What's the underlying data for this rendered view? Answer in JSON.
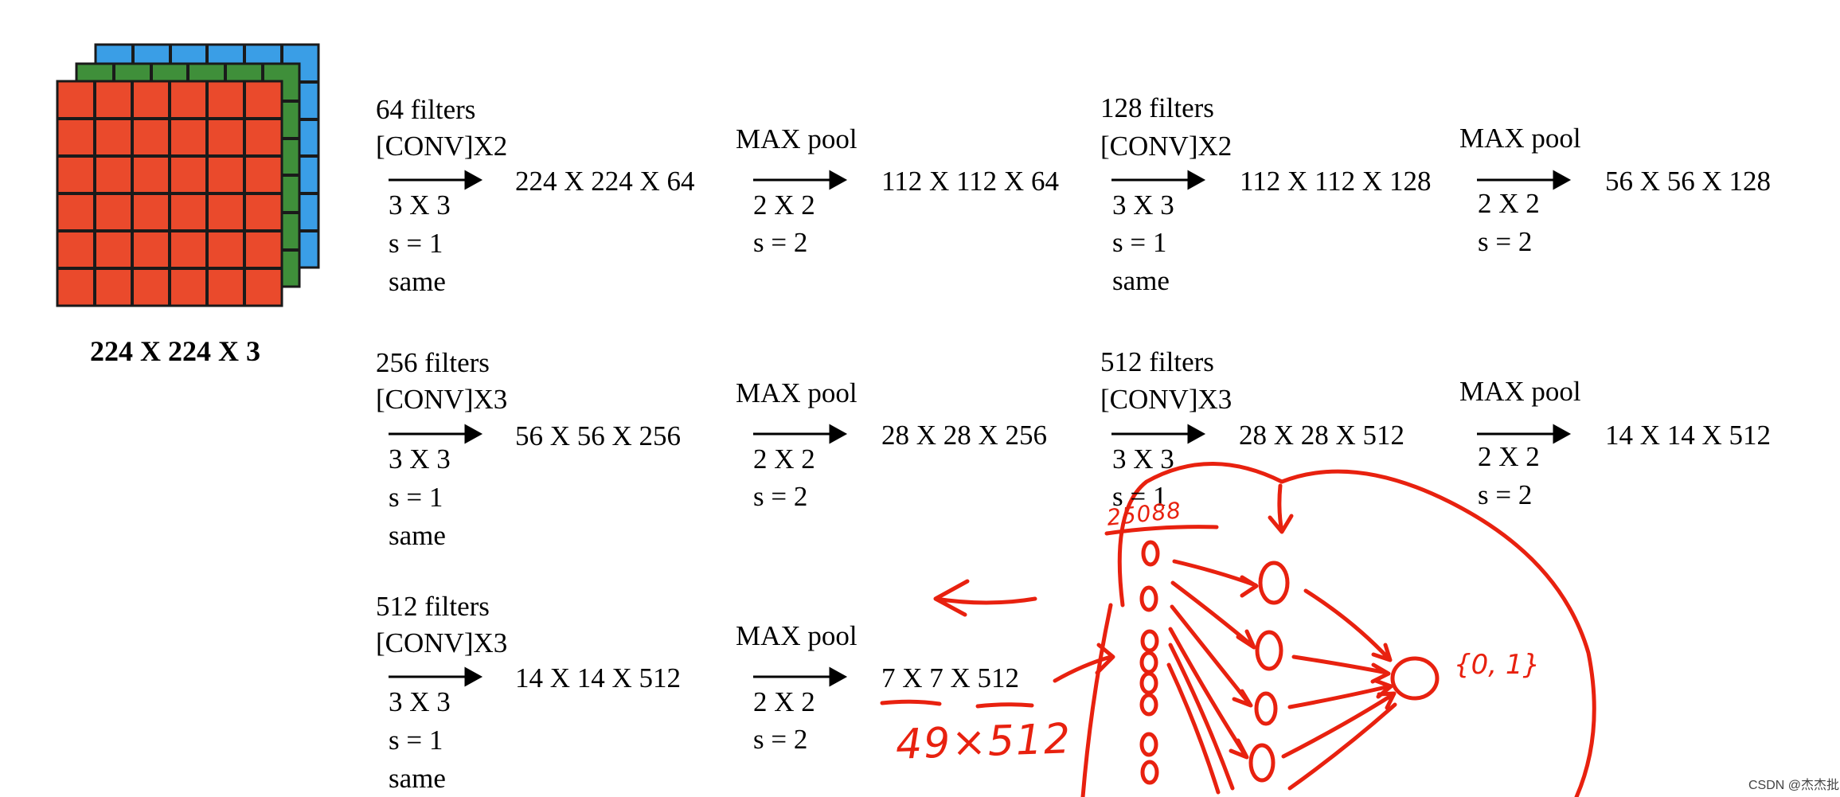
{
  "input": {
    "label": "224 X 224 X 3",
    "colors": {
      "back": "#3a9ee6",
      "middle": "#3f8f3a",
      "front": "#ea4a2c",
      "grid": "#1a1a1a"
    }
  },
  "rows": [
    {
      "blocks": [
        {
          "filters": "64 filters",
          "op": "[CONV]X2",
          "k": "3 X 3",
          "s": "s = 1",
          "pad": "same",
          "out": "224 X 224 X 64"
        },
        {
          "op": "MAX pool",
          "k": "2 X 2",
          "s": "s = 2",
          "out": "112 X 112 X 64"
        },
        {
          "filters": "128 filters",
          "op": "[CONV]X2",
          "k": "3 X 3",
          "s": "s = 1",
          "pad": "same",
          "out": "112 X 112 X 128"
        },
        {
          "op": "MAX pool",
          "k": "2 X 2",
          "s": "s = 2",
          "out": "56 X 56 X 128"
        }
      ]
    },
    {
      "blocks": [
        {
          "filters": "256 filters",
          "op": "[CONV]X3",
          "k": "3 X 3",
          "s": "s = 1",
          "pad": "same",
          "out": "56 X 56 X 256"
        },
        {
          "op": "MAX pool",
          "k": "2 X 2",
          "s": "s = 2",
          "out": "28 X 28 X 256"
        },
        {
          "filters": "512 filters",
          "op": "[CONV]X3",
          "k": "3 X 3",
          "s": "s = 1",
          "out": "28 X 28 X 512"
        },
        {
          "op": "MAX pool",
          "k": "2 X 2",
          "s": "s = 2",
          "out": "14 X 14 X 512"
        }
      ]
    },
    {
      "blocks": [
        {
          "filters": "512 filters",
          "op": "[CONV]X3",
          "k": "3 X 3",
          "s": "s = 1",
          "pad": "same",
          "out": "14 X 14 X 512"
        },
        {
          "op": "MAX pool",
          "k": "2 X 2",
          "s": "s = 2",
          "out": "7 X 7 X 512"
        }
      ]
    }
  ],
  "annotations": {
    "flattened": "49×512",
    "neuron_count": "25088",
    "output_classes": "{0, 1}",
    "ink_color": "#e8210f"
  },
  "watermark": "CSDN @杰杰批"
}
